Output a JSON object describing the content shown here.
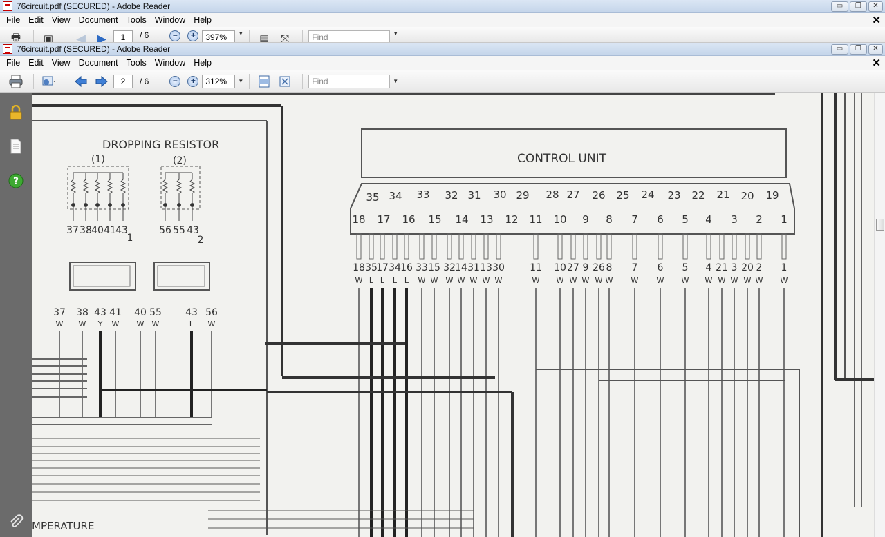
{
  "back_window": {
    "title": "76circuit.pdf (SECURED) - Adobe Reader",
    "page_current": "1",
    "page_total": "/ 6",
    "zoom": "397%",
    "find_placeholder": "Find"
  },
  "window": {
    "title": "76circuit.pdf (SECURED) - Adobe Reader",
    "controls": {
      "minimize": "▭",
      "restore": "❐",
      "close": "✕"
    }
  },
  "menu": [
    "File",
    "Edit",
    "View",
    "Document",
    "Tools",
    "Window",
    "Help"
  ],
  "menu_close": "✕",
  "toolbar": {
    "page_current": "2",
    "page_total": "/ 6",
    "zoom": "312%",
    "find_placeholder": "Find",
    "icons": [
      "print-icon",
      "share-icon",
      "previous-page-icon",
      "next-page-icon",
      "zoom-out-icon",
      "zoom-in-icon",
      "fit-page-icon",
      "full-screen-icon"
    ]
  },
  "sidebar": {
    "icons": [
      "lock-icon",
      "pages-icon",
      "help-icon",
      "attachment-icon"
    ]
  },
  "document": {
    "dropping_resistor": "DROPPING RESISTOR",
    "group1": "(1)",
    "group2": "(2)",
    "control_unit": "CONTROL UNIT",
    "temperature_fragment": "MPERATURE",
    "res1_pins": [
      "37",
      "38",
      "40",
      "41",
      "43",
      "1"
    ],
    "res2_pins": [
      "56",
      "55",
      "43",
      "2"
    ],
    "conn_wires_left": [
      {
        "n": "37",
        "c": "W"
      },
      {
        "n": "38",
        "c": "W"
      },
      {
        "n": "43",
        "c": "Y"
      },
      {
        "n": "41",
        "c": "W"
      },
      {
        "n": "40",
        "c": "W"
      },
      {
        "n": "55",
        "c": "W"
      },
      {
        "n": "43",
        "c": "L"
      },
      {
        "n": "56",
        "c": "W"
      }
    ],
    "cu_top_row": [
      "35",
      "34",
      "33",
      "32",
      "31",
      "30",
      "29",
      "28",
      "27",
      "26",
      "25",
      "24",
      "23",
      "22",
      "21",
      "20",
      "19"
    ],
    "cu_bottom_row": [
      "18",
      "17",
      "16",
      "15",
      "14",
      "13",
      "12",
      "11",
      "10",
      "9",
      "8",
      "7",
      "6",
      "5",
      "4",
      "3",
      "2",
      "1"
    ],
    "cu_wires": [
      {
        "n": "18",
        "c": "W"
      },
      {
        "n": "35",
        "c": "L"
      },
      {
        "n": "17",
        "c": "L"
      },
      {
        "n": "34",
        "c": "L"
      },
      {
        "n": "16",
        "c": "L"
      },
      {
        "n": "33",
        "c": "W"
      },
      {
        "n": "15",
        "c": "W"
      },
      {
        "n": "32",
        "c": "W"
      },
      {
        "n": "14",
        "c": "W"
      },
      {
        "n": "31",
        "c": "W"
      },
      {
        "n": "13",
        "c": "W"
      },
      {
        "n": "30",
        "c": "W"
      },
      {
        "n": "11",
        "c": "W"
      },
      {
        "n": "10",
        "c": "W"
      },
      {
        "n": "27",
        "c": "W"
      },
      {
        "n": "9",
        "c": "W"
      },
      {
        "n": "26",
        "c": "W"
      },
      {
        "n": "8",
        "c": "W"
      },
      {
        "n": "7",
        "c": "W"
      },
      {
        "n": "6",
        "c": "W"
      },
      {
        "n": "5",
        "c": "W"
      },
      {
        "n": "4",
        "c": "W"
      },
      {
        "n": "21",
        "c": "W"
      },
      {
        "n": "3",
        "c": "W"
      },
      {
        "n": "20",
        "c": "W"
      },
      {
        "n": "2",
        "c": "W"
      },
      {
        "n": "1",
        "c": "W"
      }
    ]
  }
}
